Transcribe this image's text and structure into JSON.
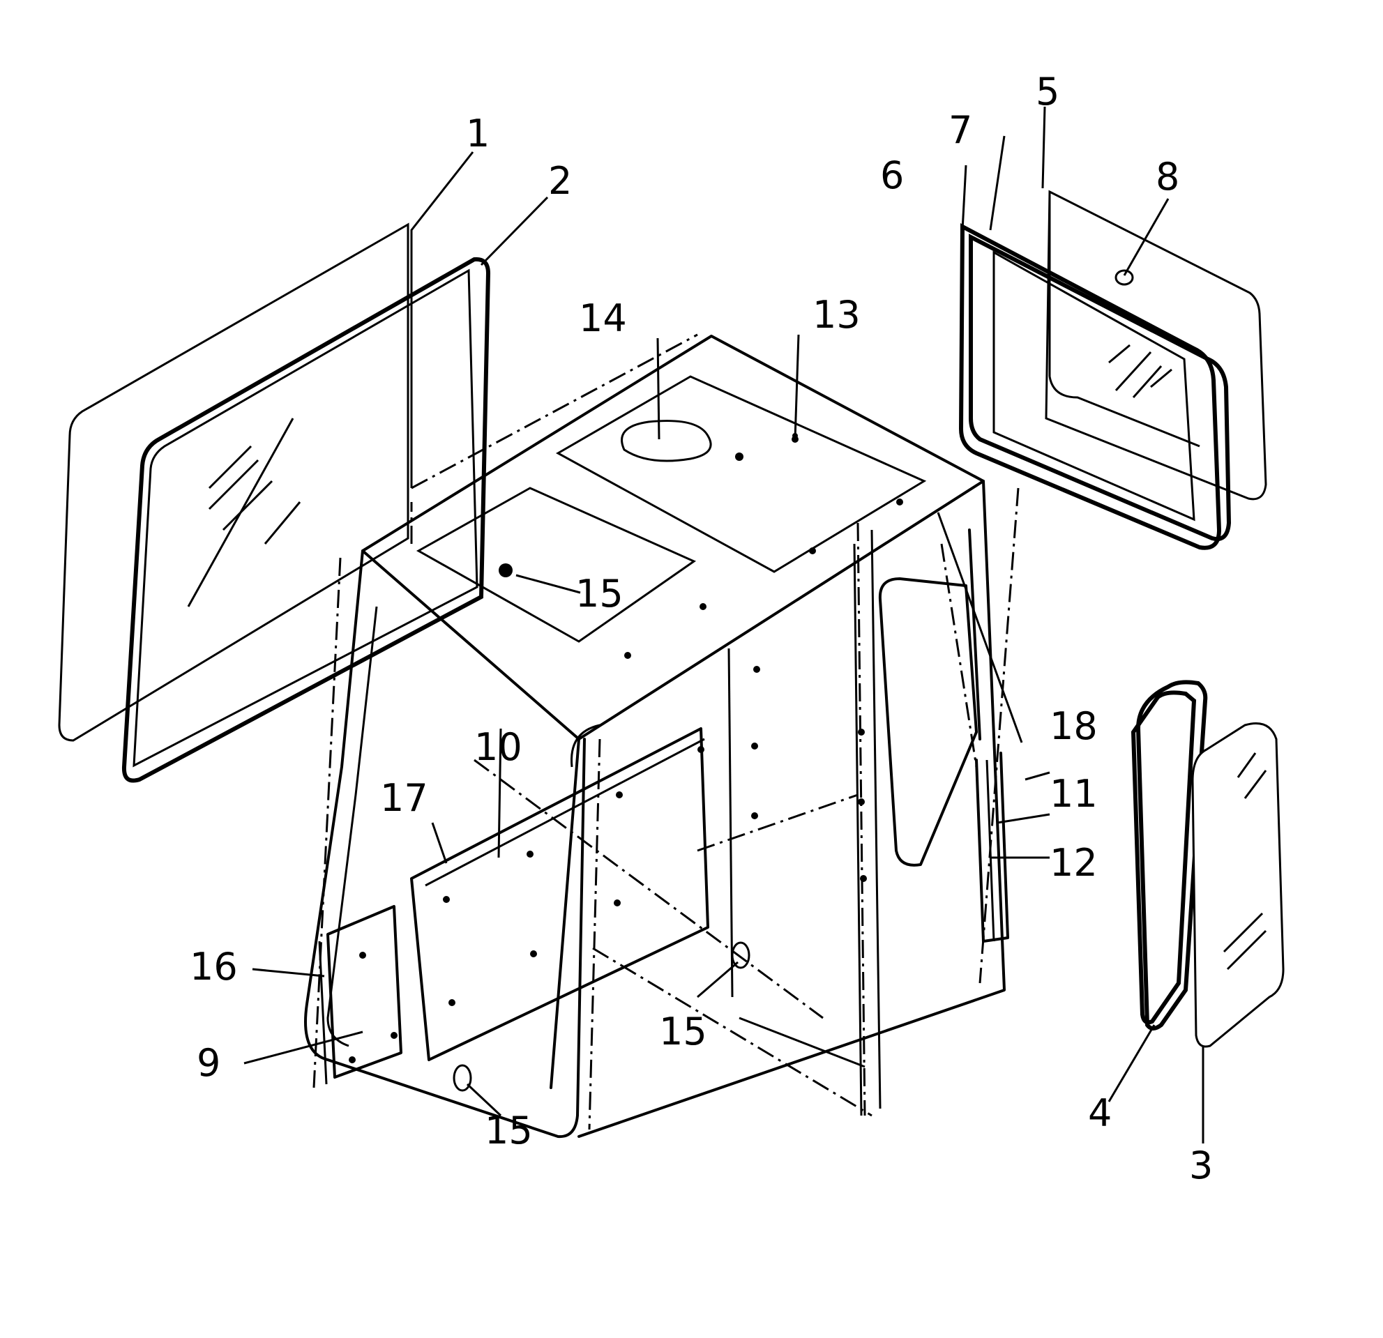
{
  "callouts": {
    "c1": "1",
    "c2": "2",
    "c3": "3",
    "c4": "4",
    "c5": "5",
    "c6": "6",
    "c7": "7",
    "c8": "8",
    "c9": "9",
    "c10": "10",
    "c11": "11",
    "c12": "12",
    "c13": "13",
    "c14": "14",
    "c15a": "15",
    "c15b": "15",
    "c15c": "15",
    "c16": "16",
    "c17": "17",
    "c18": "18"
  }
}
